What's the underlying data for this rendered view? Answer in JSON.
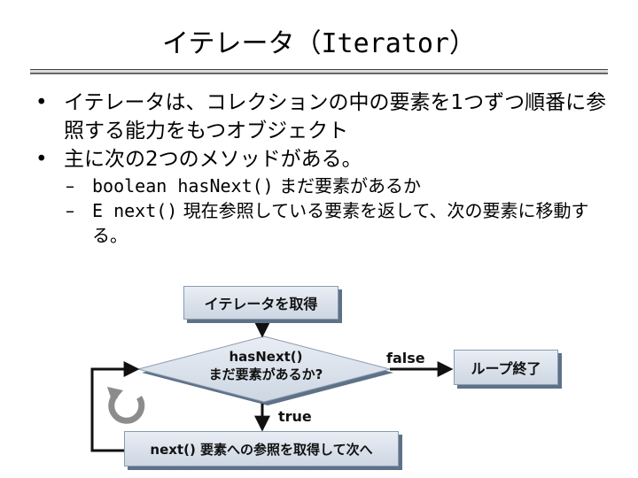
{
  "title": "イテレータ（Iterator）",
  "bullets": [
    {
      "text": "イテレータは、コレクションの中の要素を1つずつ順番に参照する能力をもつオブジェクト"
    },
    {
      "text": "主に次の2つのメソッドがある。"
    }
  ],
  "sub_bullets": [
    {
      "code": "boolean hasNext()",
      "desc": "まだ要素があるか"
    },
    {
      "code": "E next()",
      "desc": "現在参照している要素を返して、次の要素に移動する。"
    }
  ],
  "diagram": {
    "get_iterator": "イテレータを取得",
    "decision_line1": "hasNext()",
    "decision_line2": "まだ要素があるか?",
    "label_false": "false",
    "label_true": "true",
    "loop_end": "ループ終了",
    "next_step": "next() 要素への参照を取得して次へ",
    "icon": "loop-arrow-icon"
  }
}
